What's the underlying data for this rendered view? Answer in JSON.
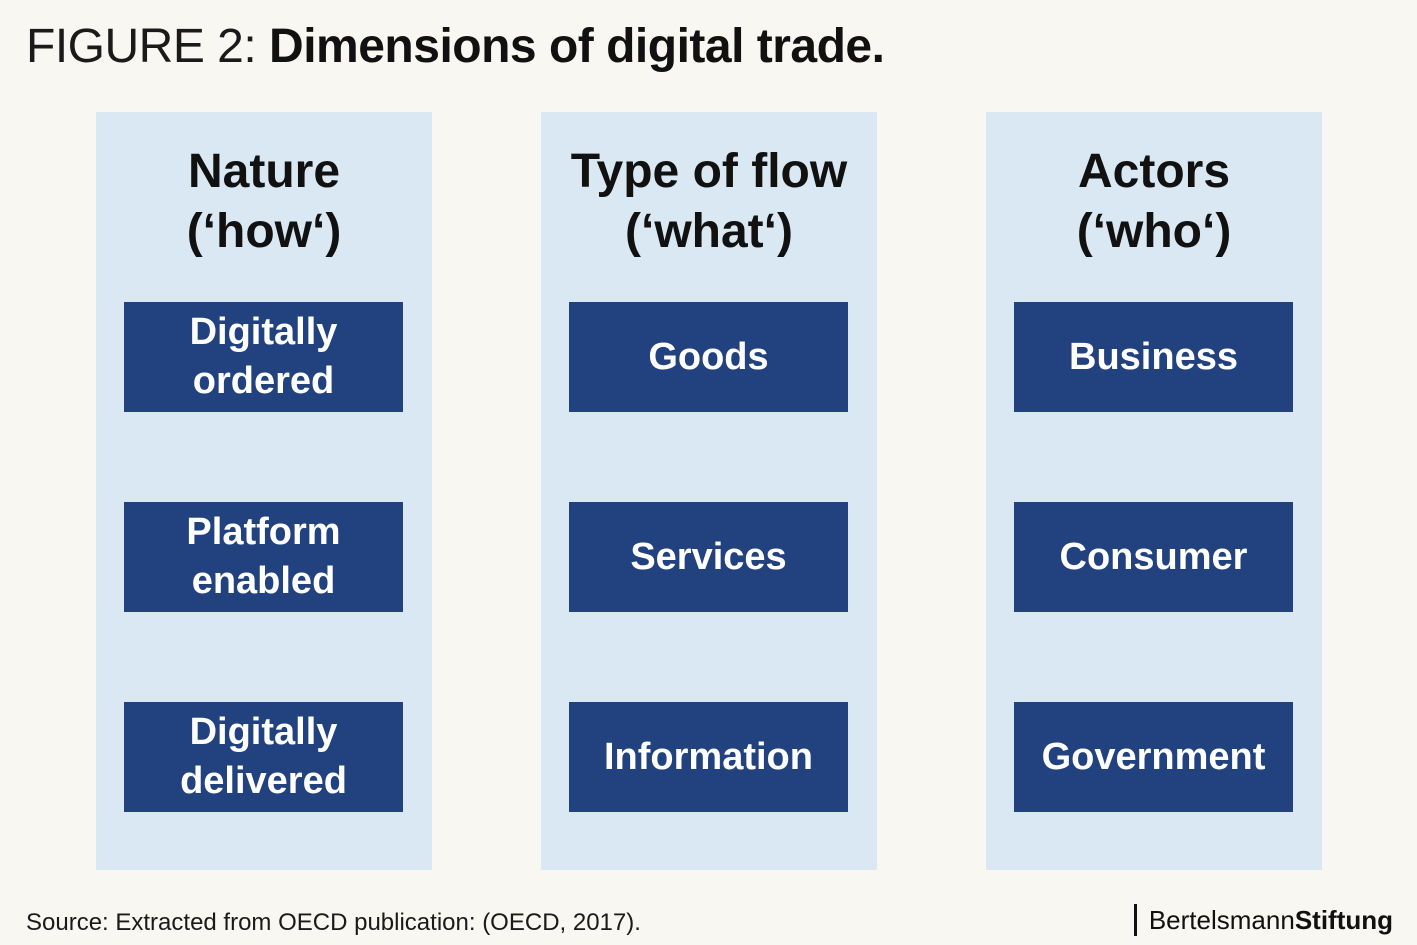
{
  "figure": {
    "prefix": "FIGURE 2: ",
    "title": "Dimensions of digital trade."
  },
  "columns": [
    {
      "heading_line1": "Nature",
      "heading_line2": "(‘how‘)",
      "boxes": [
        {
          "line1": "Digitally",
          "line2": "ordered"
        },
        {
          "line1": "Platform",
          "line2": "enabled"
        },
        {
          "line1": "Digitally",
          "line2": "delivered"
        }
      ]
    },
    {
      "heading_line1": "Type of flow",
      "heading_line2": "(‘what‘)",
      "boxes": [
        {
          "line1": "Goods",
          "line2": ""
        },
        {
          "line1": "Services",
          "line2": ""
        },
        {
          "line1": "Information",
          "line2": ""
        }
      ]
    },
    {
      "heading_line1": "Actors",
      "heading_line2": "(‘who‘)",
      "boxes": [
        {
          "line1": "Business",
          "line2": ""
        },
        {
          "line1": "Consumer",
          "line2": ""
        },
        {
          "line1": "Government",
          "line2": ""
        }
      ]
    }
  ],
  "source": "Source: Extracted from OECD publication: (OECD, 2017).",
  "brand": {
    "part1": "Bertelsmann",
    "part2": "Stiftung"
  },
  "colors": {
    "background": "#f8f7f1",
    "column_fill": "#d9e8f3",
    "box_fill": "#22427f",
    "box_text": "#ffffff"
  }
}
